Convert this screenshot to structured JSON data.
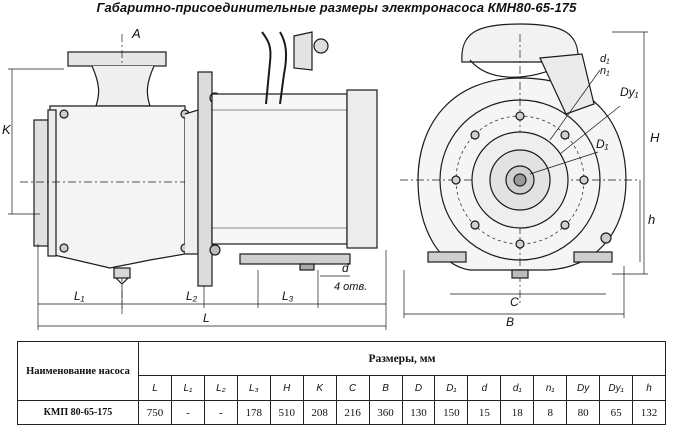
{
  "title": "Габаритно-присоединительные размеры электронасоса КМН80-65-175",
  "side_view": {
    "labels": {
      "A": "A",
      "K": "K",
      "L1": "L₁",
      "L2": "L₂",
      "L3": "L₃",
      "L": "L",
      "d": "d",
      "holes": "4 отв."
    }
  },
  "front_view": {
    "labels": {
      "d1": "d₁",
      "n1": "n₁",
      "Dy1": "Dy₁",
      "D1": "D₁",
      "H": "H",
      "h": "h",
      "C": "C",
      "B": "B"
    }
  },
  "table": {
    "name_header": "Наименование насоса",
    "group_header": "Размеры, мм",
    "columns": [
      "L",
      "L₁",
      "L₂",
      "L₃",
      "H",
      "K",
      "C",
      "B",
      "D",
      "D₁",
      "d",
      "d₁",
      "n₁",
      "Dy",
      "Dy₁",
      "h"
    ],
    "rows": [
      {
        "name": "КМП 80-65-175",
        "values": [
          "750",
          "-",
          "-",
          "178",
          "510",
          "208",
          "216",
          "360",
          "130",
          "150",
          "15",
          "18",
          "8",
          "80",
          "65",
          "132"
        ]
      }
    ]
  }
}
